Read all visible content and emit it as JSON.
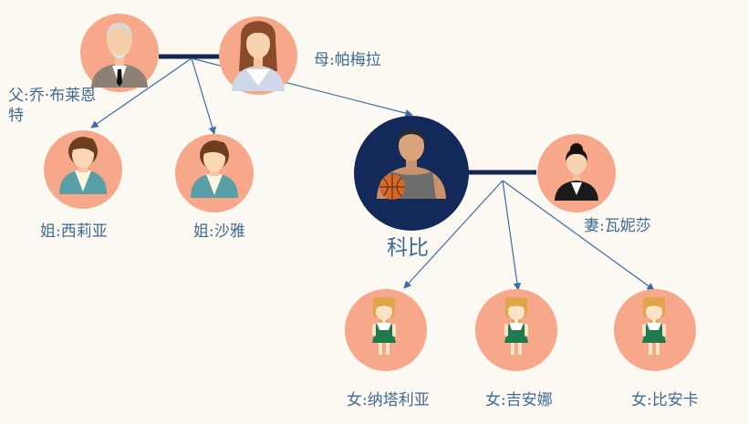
{
  "members": {
    "father": {
      "label": "父:乔·布莱恩\n特",
      "icon": "old-man-avatar-icon"
    },
    "mother": {
      "label": "母:帕梅拉",
      "icon": "woman-avatar-icon"
    },
    "sister1": {
      "label": "姐:西莉亚",
      "icon": "woman-avatar-icon"
    },
    "sister2": {
      "label": "姐:沙雅",
      "icon": "woman-avatar-icon"
    },
    "kobe": {
      "label": "科比",
      "icon": "basketball-player-avatar-icon"
    },
    "wife": {
      "label": "妻:瓦妮莎",
      "icon": "woman-avatar-icon"
    },
    "daughter1": {
      "label": "女:纳塔利亚",
      "icon": "girl-avatar-icon"
    },
    "daughter2": {
      "label": "女:吉安娜",
      "icon": "girl-avatar-icon"
    },
    "daughter3": {
      "label": "女:比安卡",
      "icon": "girl-avatar-icon"
    }
  },
  "colors": {
    "circle": "#f7a88a",
    "center_circle": "#13295a",
    "marriage_line": "#17244f",
    "arrow": "#3a6ea5",
    "label": "#3f6a93"
  }
}
